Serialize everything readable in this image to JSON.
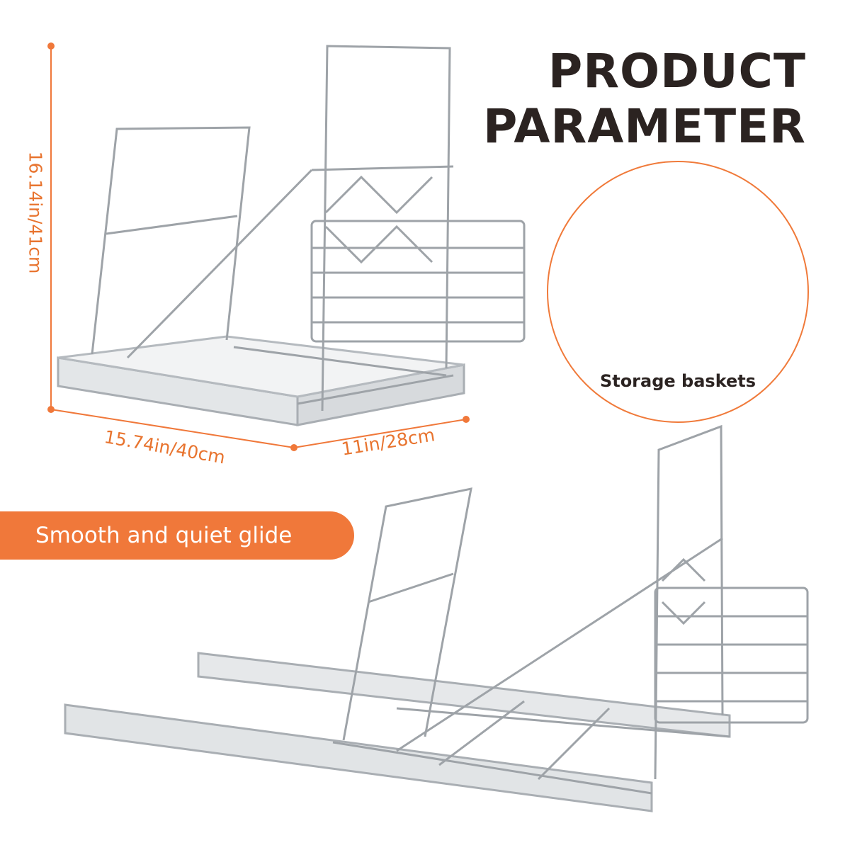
{
  "title": {
    "line1": "PRODUCT",
    "line2": "PARAMETER"
  },
  "dimensions": {
    "height": "16.14in/41cm",
    "width": "15.74in/40cm",
    "depth": "11in/28cm"
  },
  "feature_banner": {
    "label": "Smooth and quiet glide"
  },
  "detail": {
    "label": "Storage baskets"
  },
  "colors": {
    "accent": "#f0783a",
    "text_dark": "#2b2321",
    "metal": "#9ea3a8"
  }
}
